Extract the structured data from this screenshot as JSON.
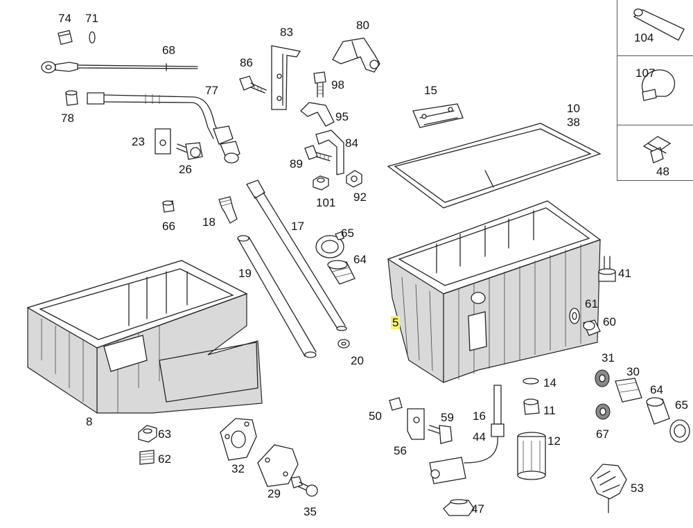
{
  "diagram": {
    "highlight_color": "#f7f27a",
    "parts": [
      {
        "id": "p74",
        "label": "74"
      },
      {
        "id": "p71",
        "label": "71"
      },
      {
        "id": "p68",
        "label": "68"
      },
      {
        "id": "p83",
        "label": "83"
      },
      {
        "id": "p80",
        "label": "80"
      },
      {
        "id": "p86",
        "label": "86"
      },
      {
        "id": "p98",
        "label": "98"
      },
      {
        "id": "p77",
        "label": "77"
      },
      {
        "id": "p78",
        "label": "78"
      },
      {
        "id": "p95",
        "label": "95"
      },
      {
        "id": "p15",
        "label": "15"
      },
      {
        "id": "p10",
        "label": "10"
      },
      {
        "id": "p38",
        "label": "38"
      },
      {
        "id": "p23",
        "label": "23"
      },
      {
        "id": "p26",
        "label": "26"
      },
      {
        "id": "p84",
        "label": "84"
      },
      {
        "id": "p89",
        "label": "89"
      },
      {
        "id": "p101",
        "label": "101"
      },
      {
        "id": "p92",
        "label": "92"
      },
      {
        "id": "p66",
        "label": "66"
      },
      {
        "id": "p18",
        "label": "18"
      },
      {
        "id": "p17",
        "label": "17"
      },
      {
        "id": "p65a",
        "label": "65"
      },
      {
        "id": "p64a",
        "label": "64"
      },
      {
        "id": "p19",
        "label": "19"
      },
      {
        "id": "p41",
        "label": "41"
      },
      {
        "id": "p61",
        "label": "61"
      },
      {
        "id": "p60",
        "label": "60"
      },
      {
        "id": "p5",
        "label": "5"
      },
      {
        "id": "p20",
        "label": "20"
      },
      {
        "id": "p31",
        "label": "31"
      },
      {
        "id": "p30",
        "label": "30"
      },
      {
        "id": "p14",
        "label": "14"
      },
      {
        "id": "p64b",
        "label": "64"
      },
      {
        "id": "p65b",
        "label": "65"
      },
      {
        "id": "p11",
        "label": "11"
      },
      {
        "id": "p50",
        "label": "50"
      },
      {
        "id": "p59",
        "label": "59"
      },
      {
        "id": "p16",
        "label": "16"
      },
      {
        "id": "p8",
        "label": "8"
      },
      {
        "id": "p44",
        "label": "44"
      },
      {
        "id": "p12",
        "label": "12"
      },
      {
        "id": "p67",
        "label": "67"
      },
      {
        "id": "p63",
        "label": "63"
      },
      {
        "id": "p56",
        "label": "56"
      },
      {
        "id": "p62",
        "label": "62"
      },
      {
        "id": "p32",
        "label": "32"
      },
      {
        "id": "p53",
        "label": "53"
      },
      {
        "id": "p29",
        "label": "29"
      },
      {
        "id": "p47",
        "label": "47"
      },
      {
        "id": "p35",
        "label": "35"
      }
    ],
    "legend": [
      {
        "label": "104",
        "icon": "tube-icon"
      },
      {
        "label": "107",
        "icon": "hose-clip-icon"
      },
      {
        "label": "48",
        "icon": "plastic-rivet-icon"
      }
    ]
  }
}
